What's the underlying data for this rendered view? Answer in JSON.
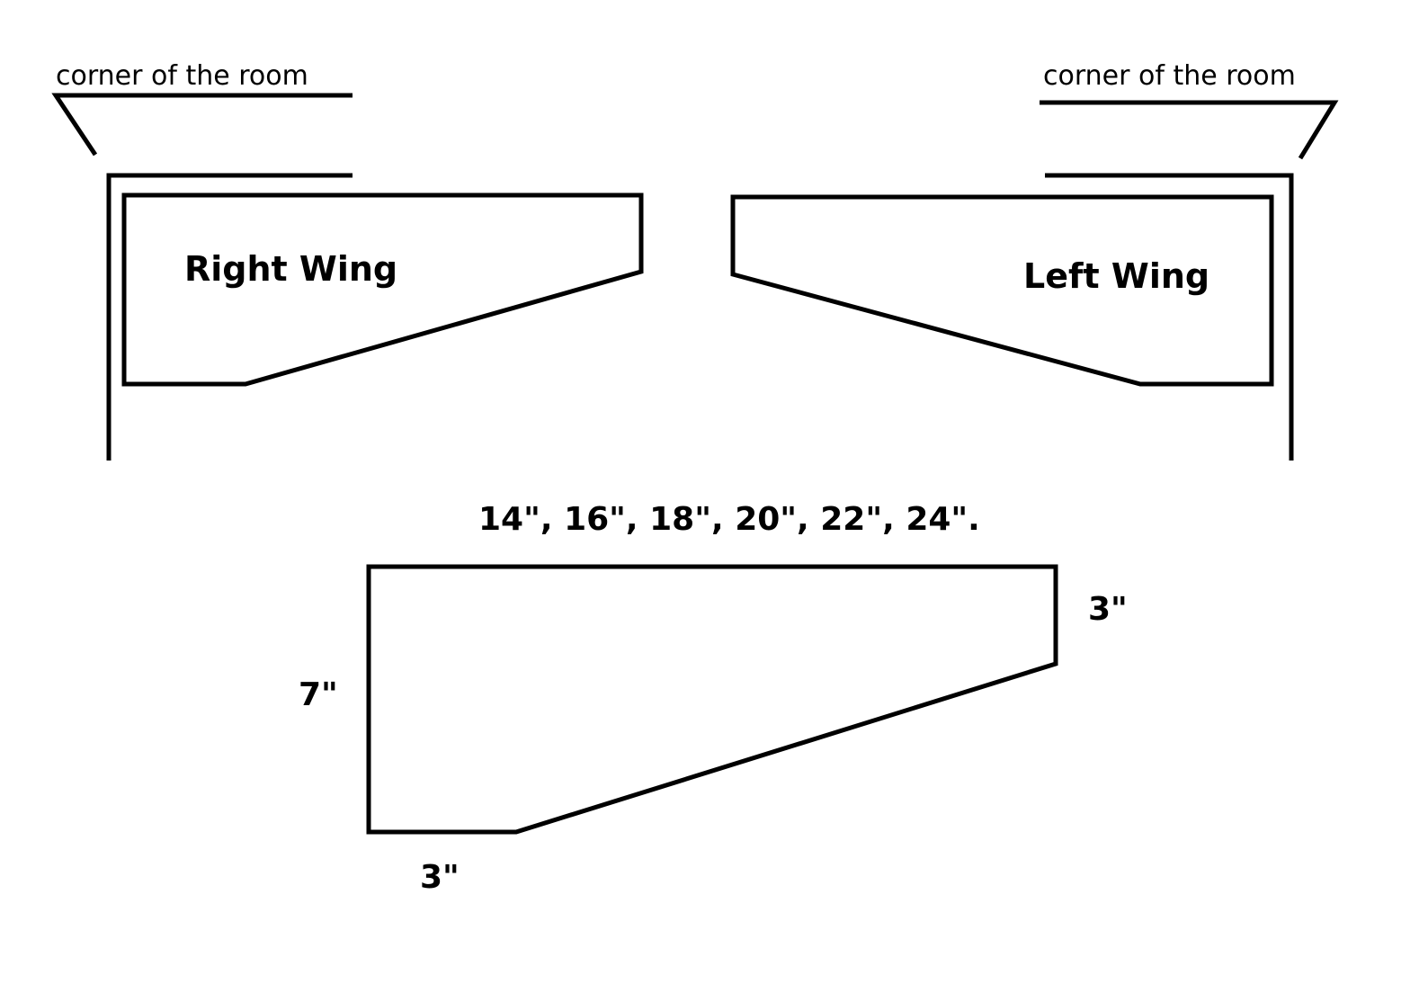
{
  "labels": {
    "corner_left": "corner of the room",
    "corner_right": "corner of the room",
    "right_wing": "Right Wing",
    "left_wing": "Left Wing",
    "lengths": "14\", 16\", 18\", 20\", 22\", 24\".",
    "dim_right": "3\"",
    "dim_left": "7\"",
    "dim_bottom": "3\""
  },
  "colors": {
    "stroke": "#000000",
    "background": "#ffffff"
  }
}
